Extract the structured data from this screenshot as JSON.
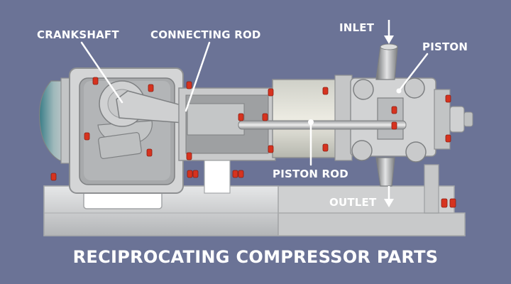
{
  "title": "RECIPROCATING COMPRESSOR PARTS",
  "labels": {
    "crankshaft": "CRANKSHAFT",
    "connecting_rod": "CONNECTING ROD",
    "inlet": "INLET",
    "piston": "PISTON",
    "piston_rod": "PISTON ROD",
    "outlet": "OUTLET"
  },
  "colors": {
    "background": "#6b7396",
    "metal_light": "#d9dadb",
    "metal_mid": "#b9bbbd",
    "metal_dark": "#8e9092",
    "bolt_red": "#d6331f",
    "text": "#ffffff"
  }
}
